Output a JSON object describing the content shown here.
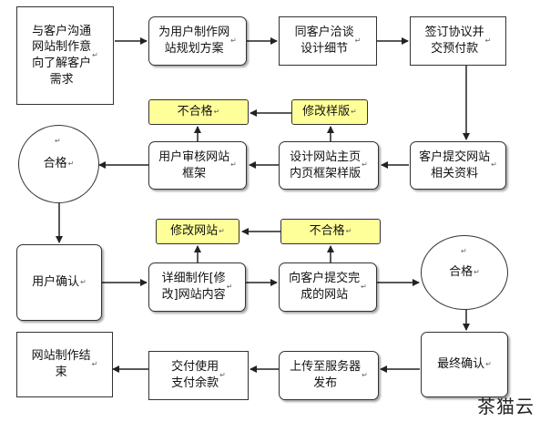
{
  "nodes": {
    "communicate": "与客户沟通\n网站制作意\n向了解客户\n需求",
    "plan": "为用户制作网\n站规划方案",
    "discuss": "同客户洽谈\n设计细节",
    "sign": "签订协议并\n交预付款",
    "fail1": "不合格",
    "revise_layout": "修改样版",
    "user_review": "用户审核网站\n框架",
    "design_home": "设计网站主页\n内页框架样版",
    "customer_submit": "客户提交网站\n相关资料",
    "pass1": "合格",
    "revise_site": "修改网站",
    "fail2": "不合格",
    "user_confirm": "用户确认",
    "detail_build": "详细制作[修\n改]网站内容",
    "submit_site": "向客户提交完\n成的网站",
    "pass2": "合格",
    "finish": "网站制作结\n束",
    "pay_rest": "交付使用\n支付余款",
    "upload": "上传至服务器\n发布",
    "final_confirm": "最终确认"
  },
  "paragraph_mark": "↵",
  "watermark": "茶猫云",
  "colors": {
    "highlight": "#ffff99",
    "border": "#333333",
    "arrow": "#222222"
  }
}
